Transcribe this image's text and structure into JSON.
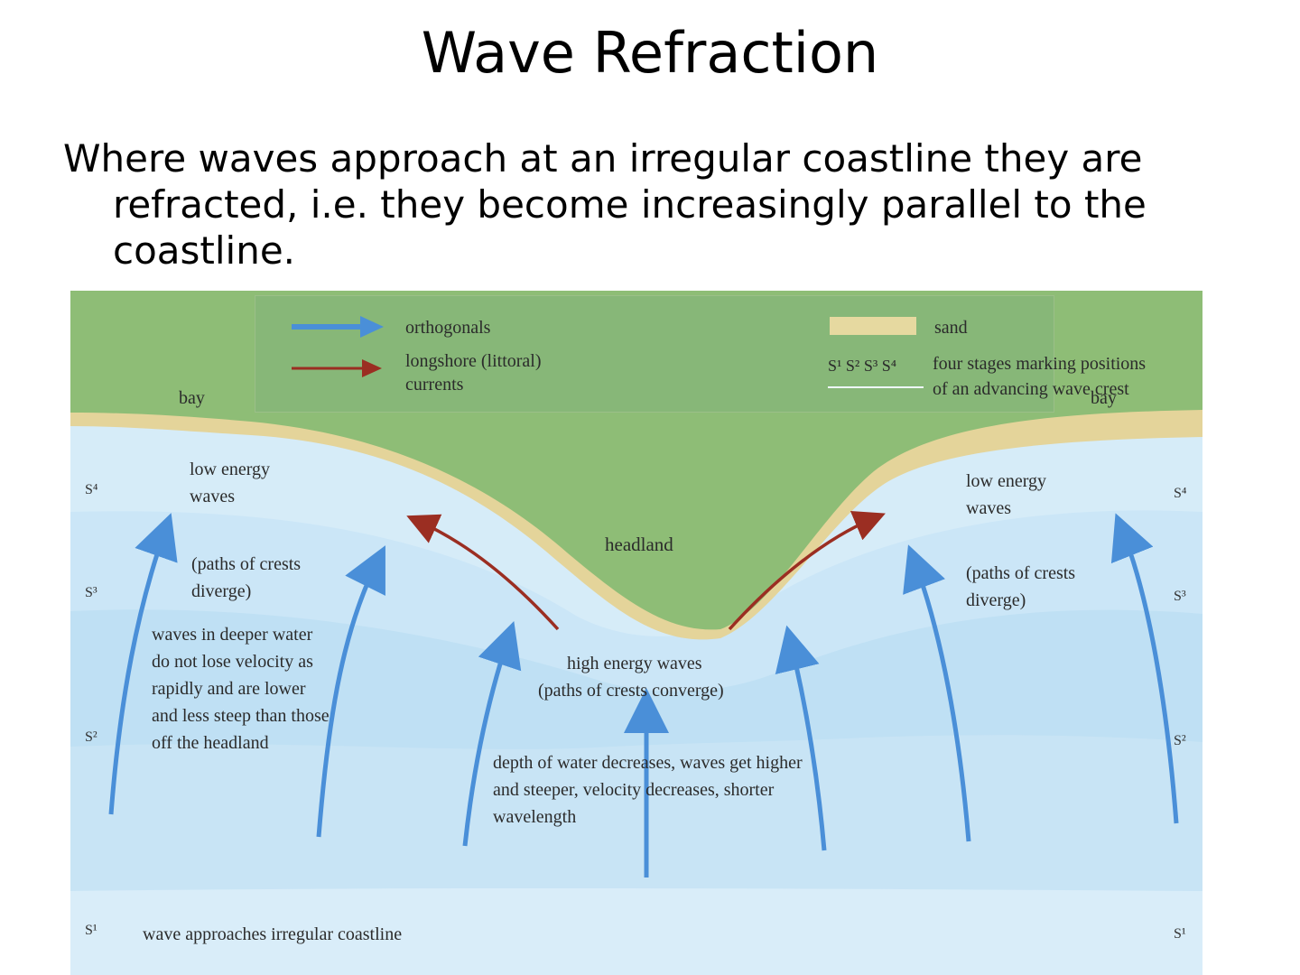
{
  "slide": {
    "title": "Wave Refraction",
    "intro_text": "Where waves approach at an irregular coastline they are refracted, i.e. they become increasingly parallel to the coastline."
  },
  "colors": {
    "land": "#8ebd76",
    "sand": "#e4d49a",
    "water_light": "#d6ecf8",
    "water_mid": "#bfe0f4",
    "water_deep": "#a8d3ef",
    "orthogonal_arrow": "#4a8fd8",
    "longshore_arrow": "#9b2e22"
  },
  "legend": {
    "orthogonals": "orthogonals",
    "longshore_line1": "longshore (littoral)",
    "longshore_line2": "currents",
    "sand": "sand",
    "stages_symbols": "S¹ S² S³ S⁴",
    "stages_line1": "four stages marking positions",
    "stages_line2": "of an advancing wave crest"
  },
  "labels": {
    "bay_left": "bay",
    "bay_right": "bay",
    "headland": "headland",
    "low_energy_left": "low energy waves",
    "low_energy_right": "low energy waves",
    "paths_diverge_left": "(paths of crests diverge)",
    "paths_diverge_right": "(paths of crests diverge)",
    "deeper_water": "waves in deeper water do not lose velocity as rapidly and are lower and less steep than those off the headland",
    "high_energy_line1": "high energy waves",
    "high_energy_line2": "(paths of crests converge)",
    "depth_text": "depth of water decreases, waves get higher and steeper, velocity decreases, shorter wavelength",
    "approach": "wave approaches irregular coastline"
  },
  "stages": {
    "left": [
      "S⁴",
      "S³",
      "S²",
      "S¹"
    ],
    "right": [
      "S⁴",
      "S³",
      "S²",
      "S¹"
    ]
  }
}
